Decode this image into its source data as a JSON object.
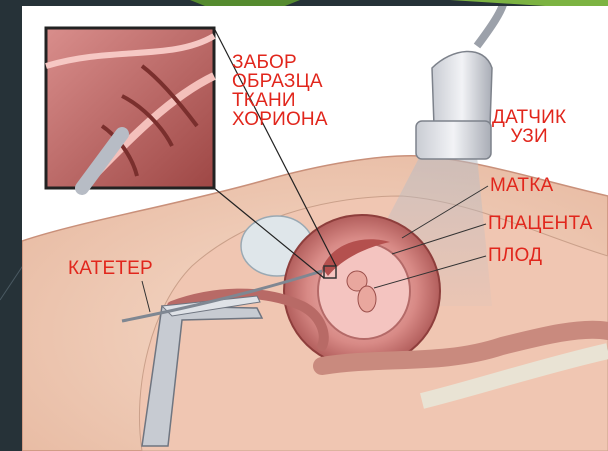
{
  "slide": {
    "background_color": "#263238",
    "accent_color": "#7cb342"
  },
  "diagram": {
    "label_color": "#e1261c",
    "labels": {
      "sample_line1": "ЗАБОР",
      "sample_line2": "ОБРАЗЦА",
      "sample_line3": "ТКАНИ",
      "sample_line4": "ХОРИОНА",
      "probe_line1": "ДАТЧИК",
      "probe_line2": "УЗИ",
      "uterus": "МАТКА",
      "placenta": "ПЛАЦЕНТА",
      "fetus": "ПЛОД",
      "catheter": "КАТЕТЕР"
    }
  }
}
